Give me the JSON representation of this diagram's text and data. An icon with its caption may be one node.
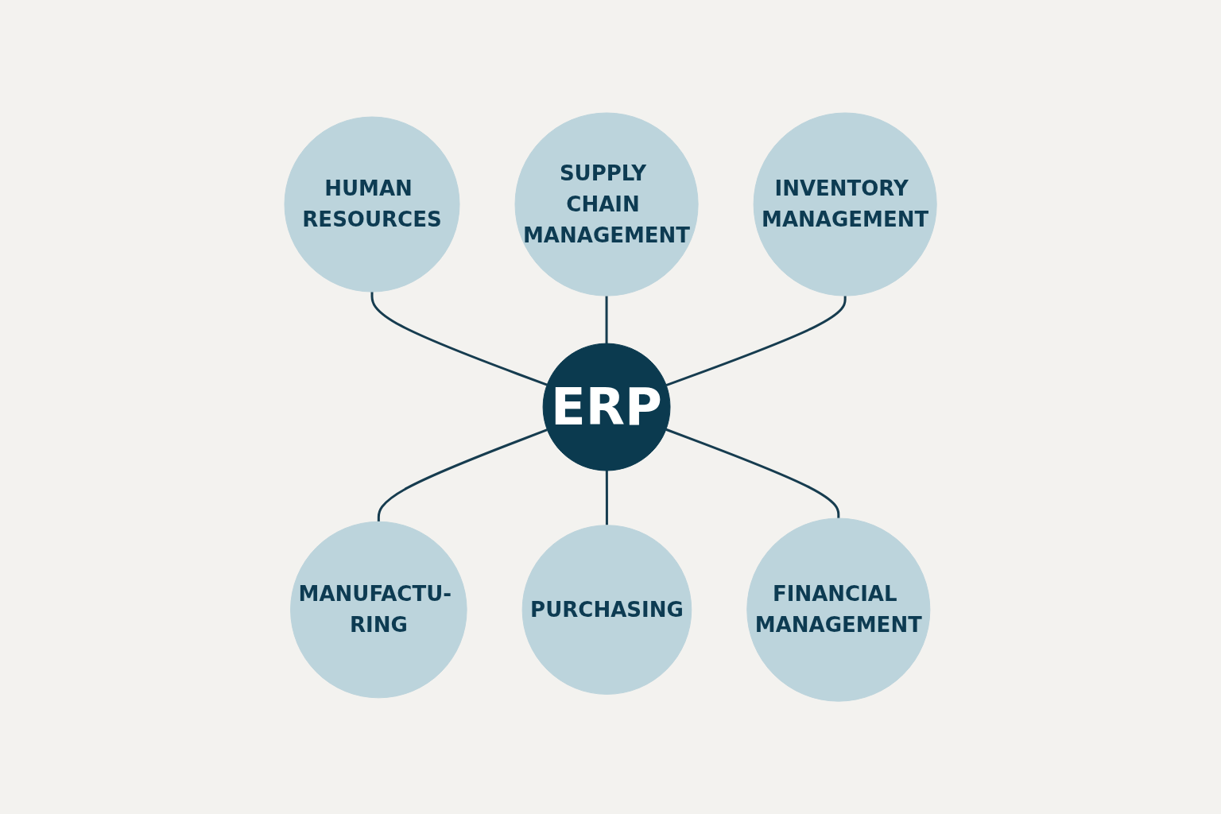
{
  "diagram": {
    "nodes": [
      {
        "text": [
          "HUMAN RESOURCES"
        ]
      },
      {
        "text": [
          "SUPPLY CHAIN MANAGEMENT"
        ]
      },
      {
        "text": [
          "INVENTORY MANAGEMENT"
        ]
      },
      {
        "text": [
          "ERP"
        ]
      },
      {
        "text": [
          "MANUFACTU- RING"
        ]
      },
      {
        "text": [
          "PURCHASING"
        ]
      },
      {
        "text": [
          "FINANCIAL MANAGEMENT"
        ]
      }
    ],
    "edges": [
      {
        "from": 0,
        "to": 3,
        "arrow": "none"
      },
      {
        "from": 1,
        "to": 3,
        "arrow": "none"
      },
      {
        "from": 2,
        "to": 3,
        "arrow": "none"
      },
      {
        "from": 3,
        "to": 4,
        "arrow": "none"
      },
      {
        "from": 3,
        "to": 5,
        "arrow": "none"
      },
      {
        "from": 3,
        "to": 6,
        "arrow": "none"
      }
    ]
  }
}
